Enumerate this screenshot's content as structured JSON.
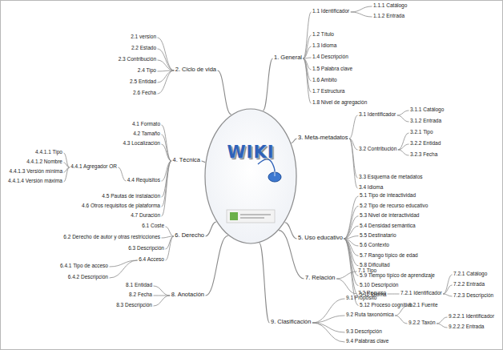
{
  "diagram": {
    "nodes": [
      {
        "text": [
          "WIKI"
        ]
      },
      {
        "text": [
          "1. General"
        ]
      },
      {
        "text": [
          "1.1 Identificador"
        ]
      },
      {
        "text": [
          "1.1.1 Catálogo"
        ]
      },
      {
        "text": [
          "1.1.2 Entrada"
        ]
      },
      {
        "text": [
          "1.2 Título"
        ]
      },
      {
        "text": [
          "1.3 Idioma"
        ]
      },
      {
        "text": [
          "1.4 Descripción"
        ]
      },
      {
        "text": [
          "1.5 Palabra clave"
        ]
      },
      {
        "text": [
          "1.6 Ambito"
        ]
      },
      {
        "text": [
          "1.7 Estructura"
        ]
      },
      {
        "text": [
          "1.8 Nivel de agregación"
        ]
      },
      {
        "text": [
          "2. Ciclo de vida"
        ]
      },
      {
        "text": [
          "2.1 version"
        ]
      },
      {
        "text": [
          "2.2 Estado"
        ]
      },
      {
        "text": [
          "2.3 Contribución"
        ]
      },
      {
        "text": [
          "2.4 Tipo"
        ]
      },
      {
        "text": [
          "2.5 Entidad"
        ]
      },
      {
        "text": [
          "2.6 Fecha"
        ]
      },
      {
        "text": [
          "3. Meta-metadatos"
        ]
      },
      {
        "text": [
          "3.1 Identificador"
        ]
      },
      {
        "text": [
          "3.1.1 Catálogo"
        ]
      },
      {
        "text": [
          "3.1.2 Entrada"
        ]
      },
      {
        "text": [
          "3.2 Contribución"
        ]
      },
      {
        "text": [
          "3.2.1 Tipo"
        ]
      },
      {
        "text": [
          "3.2.2 Entidad"
        ]
      },
      {
        "text": [
          "3.2.3 Fecha"
        ]
      },
      {
        "text": [
          "3.3 Esquema de metadatos"
        ]
      },
      {
        "text": [
          "3.4 Idioma"
        ]
      },
      {
        "text": [
          "4. Técnica"
        ]
      },
      {
        "text": [
          "4.1 Formato"
        ]
      },
      {
        "text": [
          "4.2 Tamaño"
        ]
      },
      {
        "text": [
          "4.3 Localización"
        ]
      },
      {
        "text": [
          "4.4 Requisitos"
        ]
      },
      {
        "text": [
          "4.4.1 Agregador OR"
        ]
      },
      {
        "text": [
          "4.4.1.1 Tipo"
        ]
      },
      {
        "text": [
          "4.4.1.2 Nombre"
        ]
      },
      {
        "text": [
          "4.4.1.3 Versión mínima"
        ]
      },
      {
        "text": [
          "4.4.1.4 Versión máxima"
        ]
      },
      {
        "text": [
          "4.5 Pautas de instalación"
        ]
      },
      {
        "text": [
          "4.6 Otros requisitos de plataforma"
        ]
      },
      {
        "text": [
          "4.7 Duración"
        ]
      },
      {
        "text": [
          "5. Uso educativo"
        ]
      },
      {
        "text": [
          "5.1 Tipo de inteactividad"
        ]
      },
      {
        "text": [
          "5.2 Tipo de recurso educativo"
        ]
      },
      {
        "text": [
          "5.3 Nivel de interactividad"
        ]
      },
      {
        "text": [
          "5.4 Densidad semántica"
        ]
      },
      {
        "text": [
          "5.5 Destinatario"
        ]
      },
      {
        "text": [
          "5.6 Contexto"
        ]
      },
      {
        "text": [
          "5.7 Rango típico de edad"
        ]
      },
      {
        "text": [
          "5.8 Dificultad"
        ]
      },
      {
        "text": [
          "5.9 Tiempo típico de aprendizaje"
        ]
      },
      {
        "text": [
          "5.10 Descripción"
        ]
      },
      {
        "text": [
          "5.11 Idioma"
        ]
      },
      {
        "text": [
          "5.12 Proceso cognitivo"
        ]
      },
      {
        "text": [
          "6. Derecho"
        ]
      },
      {
        "text": [
          "6.1 Coste"
        ]
      },
      {
        "text": [
          "6.2 Derecho de autor y otras restricciones"
        ]
      },
      {
        "text": [
          "6.3 Descripción"
        ]
      },
      {
        "text": [
          "6.4 Acceso"
        ]
      },
      {
        "text": [
          "6.4.1 Tipo de acceso"
        ]
      },
      {
        "text": [
          "6.4.2 Descripción"
        ]
      },
      {
        "text": [
          "7. Relación"
        ]
      },
      {
        "text": [
          "7.1 Tipo"
        ]
      },
      {
        "text": [
          "7.2 Recurso"
        ]
      },
      {
        "text": [
          "7.2.1 Identificador"
        ]
      },
      {
        "text": [
          "7.2.1 Catálogo"
        ]
      },
      {
        "text": [
          "7.2.2 Entrada"
        ]
      },
      {
        "text": [
          "7.2.3 Descripción"
        ]
      },
      {
        "text": [
          "8. Anotación"
        ]
      },
      {
        "text": [
          "8.1 Entidad"
        ]
      },
      {
        "text": [
          "8.2 Fecha"
        ]
      },
      {
        "text": [
          "8.3 Descripción"
        ]
      },
      {
        "text": [
          "9. Clasificación"
        ]
      },
      {
        "text": [
          "9.1 Propósito"
        ]
      },
      {
        "text": [
          "9.2 Ruta taxonómica"
        ]
      },
      {
        "text": [
          "9.2.1 Fuente"
        ]
      },
      {
        "text": [
          "9.2.2 Taxón"
        ]
      },
      {
        "text": [
          "9.2.2.1 Identificador"
        ]
      },
      {
        "text": [
          "9.2.2.2 Entrada"
        ]
      },
      {
        "text": [
          "9.3 Descripción"
        ]
      },
      {
        "text": [
          "9.4 Palabras clave"
        ]
      }
    ],
    "edges": [
      {
        "from": 0,
        "to": 1,
        "arrow": "none"
      },
      {
        "from": 0,
        "to": 12,
        "arrow": "none"
      },
      {
        "from": 0,
        "to": 19,
        "arrow": "none"
      },
      {
        "from": 0,
        "to": 29,
        "arrow": "none"
      },
      {
        "from": 0,
        "to": 42,
        "arrow": "none"
      },
      {
        "from": 0,
        "to": 55,
        "arrow": "none"
      },
      {
        "from": 0,
        "to": 62,
        "arrow": "none"
      },
      {
        "from": 0,
        "to": 69,
        "arrow": "none"
      },
      {
        "from": 0,
        "to": 73,
        "arrow": "none"
      },
      {
        "from": 1,
        "to": 2,
        "arrow": "none"
      },
      {
        "from": 2,
        "to": 3,
        "arrow": "none"
      },
      {
        "from": 2,
        "to": 4,
        "arrow": "none"
      },
      {
        "from": 1,
        "to": 5,
        "arrow": "none"
      },
      {
        "from": 1,
        "to": 6,
        "arrow": "none"
      },
      {
        "from": 1,
        "to": 7,
        "arrow": "none"
      },
      {
        "from": 1,
        "to": 8,
        "arrow": "none"
      },
      {
        "from": 1,
        "to": 9,
        "arrow": "none"
      },
      {
        "from": 1,
        "to": 10,
        "arrow": "none"
      },
      {
        "from": 1,
        "to": 11,
        "arrow": "none"
      },
      {
        "from": 12,
        "to": 13,
        "arrow": "none"
      },
      {
        "from": 12,
        "to": 14,
        "arrow": "none"
      },
      {
        "from": 12,
        "to": 15,
        "arrow": "none"
      },
      {
        "from": 12,
        "to": 16,
        "arrow": "none"
      },
      {
        "from": 12,
        "to": 17,
        "arrow": "none"
      },
      {
        "from": 12,
        "to": 18,
        "arrow": "none"
      },
      {
        "from": 19,
        "to": 20,
        "arrow": "none"
      },
      {
        "from": 20,
        "to": 21,
        "arrow": "none"
      },
      {
        "from": 20,
        "to": 22,
        "arrow": "none"
      },
      {
        "from": 19,
        "to": 23,
        "arrow": "none"
      },
      {
        "from": 23,
        "to": 24,
        "arrow": "none"
      },
      {
        "from": 23,
        "to": 25,
        "arrow": "none"
      },
      {
        "from": 23,
        "to": 26,
        "arrow": "none"
      },
      {
        "from": 19,
        "to": 27,
        "arrow": "none"
      },
      {
        "from": 19,
        "to": 28,
        "arrow": "none"
      },
      {
        "from": 29,
        "to": 30,
        "arrow": "none"
      },
      {
        "from": 29,
        "to": 31,
        "arrow": "none"
      },
      {
        "from": 29,
        "to": 32,
        "arrow": "none"
      },
      {
        "from": 29,
        "to": 33,
        "arrow": "none"
      },
      {
        "from": 33,
        "to": 34,
        "arrow": "none"
      },
      {
        "from": 34,
        "to": 35,
        "arrow": "none"
      },
      {
        "from": 34,
        "to": 36,
        "arrow": "none"
      },
      {
        "from": 34,
        "to": 37,
        "arrow": "none"
      },
      {
        "from": 34,
        "to": 38,
        "arrow": "none"
      },
      {
        "from": 29,
        "to": 39,
        "arrow": "none"
      },
      {
        "from": 29,
        "to": 40,
        "arrow": "none"
      },
      {
        "from": 29,
        "to": 41,
        "arrow": "none"
      },
      {
        "from": 42,
        "to": 43,
        "arrow": "none"
      },
      {
        "from": 42,
        "to": 44,
        "arrow": "none"
      },
      {
        "from": 42,
        "to": 45,
        "arrow": "none"
      },
      {
        "from": 42,
        "to": 46,
        "arrow": "none"
      },
      {
        "from": 42,
        "to": 47,
        "arrow": "none"
      },
      {
        "from": 42,
        "to": 48,
        "arrow": "none"
      },
      {
        "from": 42,
        "to": 49,
        "arrow": "none"
      },
      {
        "from": 42,
        "to": 50,
        "arrow": "none"
      },
      {
        "from": 42,
        "to": 51,
        "arrow": "none"
      },
      {
        "from": 42,
        "to": 52,
        "arrow": "none"
      },
      {
        "from": 42,
        "to": 53,
        "arrow": "none"
      },
      {
        "from": 42,
        "to": 54,
        "arrow": "none"
      },
      {
        "from": 55,
        "to": 56,
        "arrow": "none"
      },
      {
        "from": 55,
        "to": 57,
        "arrow": "none"
      },
      {
        "from": 55,
        "to": 58,
        "arrow": "none"
      },
      {
        "from": 55,
        "to": 59,
        "arrow": "none"
      },
      {
        "from": 59,
        "to": 60,
        "arrow": "none"
      },
      {
        "from": 59,
        "to": 61,
        "arrow": "none"
      },
      {
        "from": 62,
        "to": 63,
        "arrow": "none"
      },
      {
        "from": 62,
        "to": 64,
        "arrow": "none"
      },
      {
        "from": 64,
        "to": 65,
        "arrow": "none"
      },
      {
        "from": 65,
        "to": 66,
        "arrow": "none"
      },
      {
        "from": 65,
        "to": 67,
        "arrow": "none"
      },
      {
        "from": 65,
        "to": 68,
        "arrow": "none"
      },
      {
        "from": 69,
        "to": 70,
        "arrow": "none"
      },
      {
        "from": 69,
        "to": 71,
        "arrow": "none"
      },
      {
        "from": 69,
        "to": 72,
        "arrow": "none"
      },
      {
        "from": 73,
        "to": 74,
        "arrow": "none"
      },
      {
        "from": 73,
        "to": 75,
        "arrow": "none"
      },
      {
        "from": 75,
        "to": 76,
        "arrow": "none"
      },
      {
        "from": 75,
        "to": 77,
        "arrow": "none"
      },
      {
        "from": 77,
        "to": 78,
        "arrow": "none"
      },
      {
        "from": 77,
        "to": 79,
        "arrow": "none"
      },
      {
        "from": 73,
        "to": 80,
        "arrow": "none"
      },
      {
        "from": 73,
        "to": 81,
        "arrow": "none"
      }
    ]
  }
}
